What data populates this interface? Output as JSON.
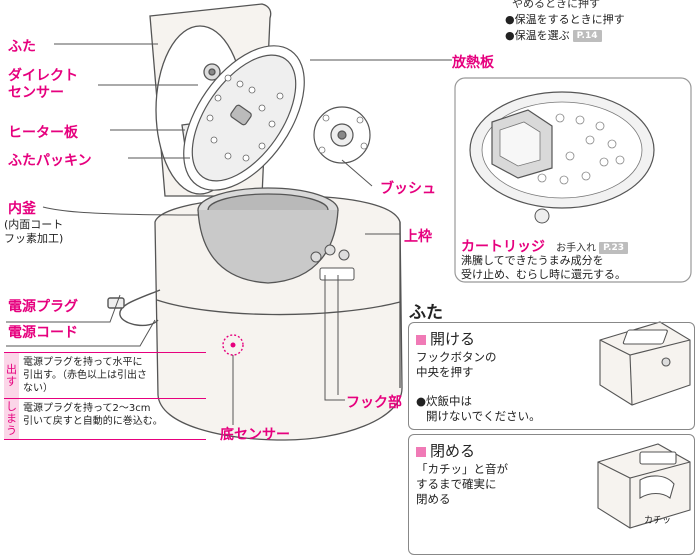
{
  "top_notes": {
    "line1": "やめるときに押す",
    "line2": "●保温をするときに押す",
    "line3": "●保温を選ぶ",
    "line3_page": "P.14"
  },
  "labels": {
    "futa": "ふた",
    "direct_sensor_1": "ダイレクト",
    "direct_sensor_2": "センサー",
    "heater": "ヒーター板",
    "packing": "ふたパッキン",
    "pot": "内釜",
    "pot_note": "(内面コート\nフッ素加工)",
    "plug": "電源プラグ",
    "cord": "電源コード",
    "radiator": "放熱板",
    "bush": "ブッシュ",
    "rim": "上枠",
    "hook": "フック部",
    "bottom_sensor": "底センサー"
  },
  "cartridge": {
    "title": "カートリッジ",
    "care": "お手入れ",
    "page": "P.23",
    "desc1": "沸騰してできたうまみ成分を",
    "desc2": "受け止め、むらし時に還元する。"
  },
  "cord_table": [
    {
      "tag": "出す",
      "text": "電源プラグを持って水平に\n引出す。（赤色以上は引出さ\nない）"
    },
    {
      "tag": "しまう",
      "text": "電源プラグを持って2～3cm\n引いて戻すと自動的に巻込む。"
    }
  ],
  "lid_section": {
    "title": "ふた",
    "open": {
      "head": "開ける",
      "line1": "フックボタンの",
      "line2": "中央を押す",
      "note1": "●炊飯中は",
      "note2": "開けないでください。"
    },
    "close": {
      "head": "閉める",
      "line1": "「カチッ」と音が",
      "line2": "するまで確実に",
      "line3": "閉める",
      "sound": "カチッ"
    }
  },
  "colors": {
    "accent": "#e6007e",
    "body": "#f6f3ef",
    "line": "#555555"
  }
}
